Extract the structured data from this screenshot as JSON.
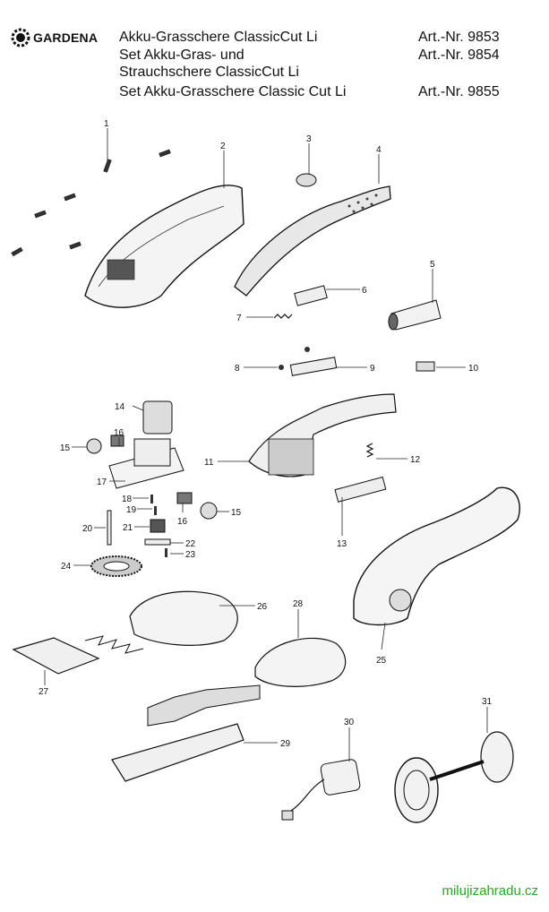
{
  "header": {
    "brand": "GARDENA",
    "titles": [
      "Akku-Grasschere ClassicCut Li",
      "Set Akku-Gras- und",
      "Strauchschere ClassicCut Li",
      "Set Akku-Grasschere Classic Cut Li"
    ],
    "article_numbers": [
      "Art.-Nr. 9853",
      "Art.-Nr. 9854",
      "Art.-Nr. 9855"
    ]
  },
  "part_labels": [
    "1",
    "2",
    "3",
    "4",
    "5",
    "6",
    "7",
    "8",
    "9",
    "10",
    "11",
    "12",
    "13",
    "14",
    "15",
    "16",
    "17",
    "18",
    "19",
    "20",
    "21",
    "22",
    "23",
    "24",
    "15",
    "16",
    "25",
    "26",
    "27",
    "28",
    "29",
    "30",
    "31"
  ],
  "footer": {
    "site": "milujizahradu.cz"
  }
}
